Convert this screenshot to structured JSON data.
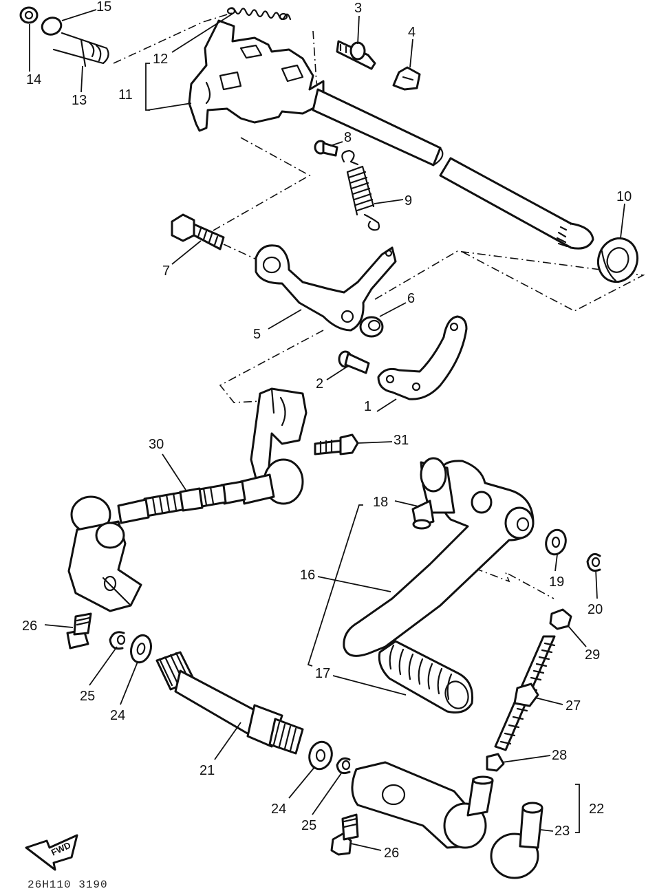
{
  "callouts": [
    {
      "id": "c1",
      "text": "1"
    },
    {
      "id": "c2",
      "text": "2"
    },
    {
      "id": "c3",
      "text": "3"
    },
    {
      "id": "c4",
      "text": "4"
    },
    {
      "id": "c5",
      "text": "5"
    },
    {
      "id": "c6",
      "text": "6"
    },
    {
      "id": "c7",
      "text": "7"
    },
    {
      "id": "c8",
      "text": "8"
    },
    {
      "id": "c9",
      "text": "9"
    },
    {
      "id": "c10",
      "text": "10"
    },
    {
      "id": "c11",
      "text": "11"
    },
    {
      "id": "c12",
      "text": "12"
    },
    {
      "id": "c13",
      "text": "13"
    },
    {
      "id": "c14",
      "text": "14"
    },
    {
      "id": "c15",
      "text": "15"
    },
    {
      "id": "c16",
      "text": "16"
    },
    {
      "id": "c17",
      "text": "17"
    },
    {
      "id": "c18",
      "text": "18"
    },
    {
      "id": "c19",
      "text": "19"
    },
    {
      "id": "c20",
      "text": "20"
    },
    {
      "id": "c21",
      "text": "21"
    },
    {
      "id": "c22",
      "text": "22"
    },
    {
      "id": "c23",
      "text": "23"
    },
    {
      "id": "c24a",
      "text": "24"
    },
    {
      "id": "c24b",
      "text": "24"
    },
    {
      "id": "c25a",
      "text": "25"
    },
    {
      "id": "c25b",
      "text": "25"
    },
    {
      "id": "c26a",
      "text": "26"
    },
    {
      "id": "c26b",
      "text": "26"
    },
    {
      "id": "c27",
      "text": "27"
    },
    {
      "id": "c28",
      "text": "28"
    },
    {
      "id": "c29",
      "text": "29"
    },
    {
      "id": "c30",
      "text": "30"
    },
    {
      "id": "c31",
      "text": "31"
    }
  ],
  "footer_code": "26H110 3190",
  "fwd_label": "FWD",
  "colors": {
    "ink": "#111111",
    "paper": "#ffffff"
  }
}
